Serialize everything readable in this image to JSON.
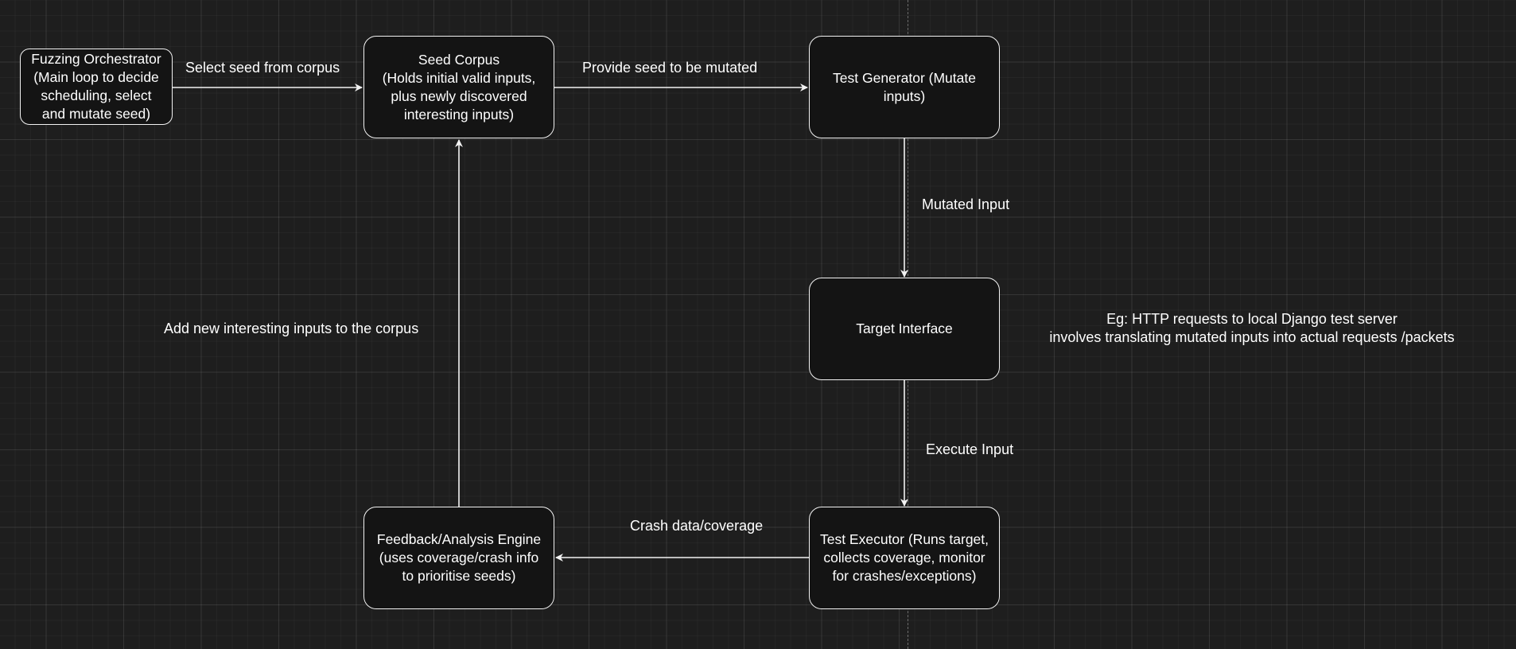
{
  "diagram": {
    "nodes": {
      "orchestrator": {
        "text": "Fuzzing Orchestrator\n(Main loop to decide\nscheduling, select\nand mutate seed)"
      },
      "seed_corpus": {
        "text": "Seed Corpus\n(Holds initial valid inputs,\nplus newly discovered\ninteresting inputs)"
      },
      "test_generator": {
        "text": "Test Generator (Mutate\ninputs)"
      },
      "target_interface": {
        "text": "Target Interface"
      },
      "test_executor": {
        "text": "Test Executor (Runs target,\ncollects coverage, monitor\nfor crashes/exceptions)"
      },
      "feedback_engine": {
        "text": "Feedback/Analysis Engine\n(uses coverage/crash info\nto prioritise seeds)"
      }
    },
    "edges": {
      "select_seed": "Select seed from corpus",
      "provide_seed": "Provide seed to be mutated",
      "mutated_input": "Mutated Input",
      "execute_input": "Execute Input",
      "crash_data": "Crash data/coverage",
      "add_inputs": "Add new interesting inputs to the corpus"
    },
    "note": "Eg: HTTP requests to local Django test server\ninvolves translating mutated inputs into actual requests /packets"
  },
  "colors": {
    "background": "#1e1e1e",
    "node_fill": "#141414",
    "stroke": "#f2f2f2",
    "text": "#ffffff"
  }
}
